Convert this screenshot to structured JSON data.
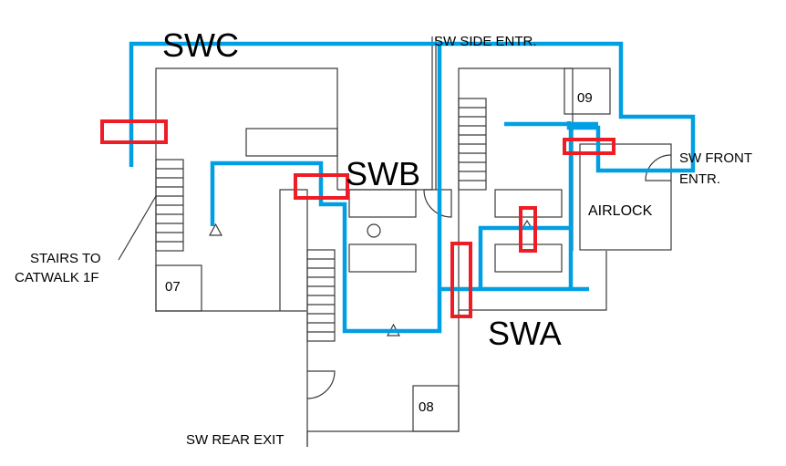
{
  "diagram": {
    "type": "floor-plan",
    "colors": {
      "route": "#009fe3",
      "marker": "#ee1c25",
      "walls": "#3a3a3a"
    },
    "zones": {
      "swc": "SWC",
      "swb": "SWB",
      "swa": "SWA"
    },
    "labels": {
      "side_entrance": "SW SIDE ENTR.",
      "front_entrance_line1": "SW FRONT",
      "front_entrance_line2": "ENTR.",
      "airlock": "AIRLOCK",
      "stairs_line1": "STAIRS TO",
      "stairs_line2": "CATWALK 1F",
      "rear_exit": "SW REAR EXIT"
    },
    "rooms": {
      "r07": "07",
      "r08": "08",
      "r09": "09"
    }
  }
}
